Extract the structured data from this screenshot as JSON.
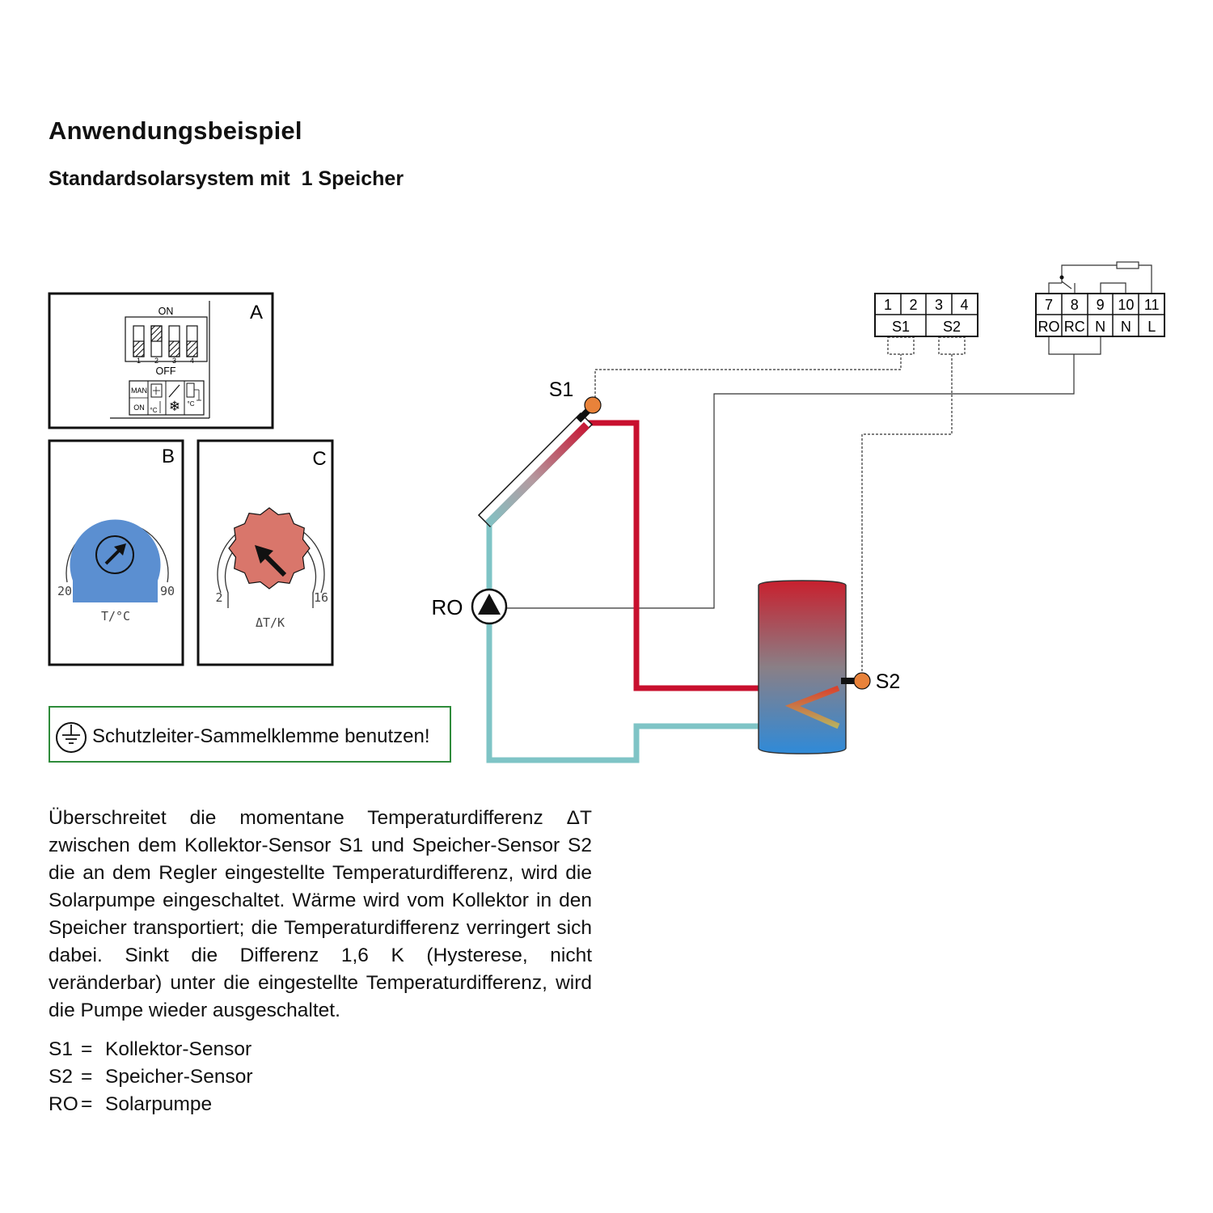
{
  "heading": {
    "title": "Anwendungsbeispiel",
    "subtitle": "Standardsolarsystem mit  1 Speicher"
  },
  "panels": {
    "a": {
      "letter": "A",
      "on_label": "ON",
      "off_label": "OFF",
      "switch_numbers": [
        "1",
        "2",
        "3",
        "4"
      ],
      "switch_states": [
        "off",
        "on",
        "off",
        "off"
      ],
      "man_label": "MAN",
      "on_small": "ON",
      "unit_c": "°C",
      "unit_c2": "°C"
    },
    "b": {
      "letter": "B",
      "scale_min": "20",
      "scale_max": "90",
      "unit": "T/°C",
      "dial_color": "#5b8fd1"
    },
    "c": {
      "letter": "C",
      "scale_min": "2",
      "scale_max": "16",
      "unit": "ΔT/K",
      "dial_color": "#d9766b"
    }
  },
  "terminals": {
    "sensor_block": {
      "numbers": [
        "1",
        "2",
        "3",
        "4"
      ],
      "labels": [
        "S1",
        "S2"
      ]
    },
    "power_block": {
      "numbers": [
        "7",
        "8",
        "9",
        "10",
        "11"
      ],
      "labels": [
        "RO",
        "RC",
        "N",
        "N",
        "L"
      ]
    }
  },
  "diagram": {
    "collector_sensor": "S1",
    "storage_sensor": "S2",
    "pump": "RO",
    "colors": {
      "hot_pipe": "#c8102e",
      "cold_pipe": "#7fc4c6",
      "sensor": "#e8823a"
    }
  },
  "note": {
    "text": "Schutzleiter-Sammelklemme benutzen!",
    "border_color": "#2e8b3a"
  },
  "description": "Überschreitet die momentane Temperaturdifferenz ΔT zwischen dem Kollektor-Sensor S1 und Speicher-Sensor S2 die an dem Regler eingestellte Temperaturdifferenz, wird die Solarpumpe eingeschaltet. Wärme wird vom Kollektor in den Speicher transportiert; die Temperaturdifferenz verringert sich dabei. Sinkt die Differenz 1,6 K (Hysterese, nicht veränderbar) unter die eingestellte Temperaturdifferenz, wird die Pumpe wieder ausgeschaltet.",
  "legend": [
    {
      "key": "S1",
      "eq": "=",
      "value": "Kollektor-Sensor"
    },
    {
      "key": "S2",
      "eq": "=",
      "value": "Speicher-Sensor"
    },
    {
      "key": "RO",
      "eq": "=",
      "value": "Solarpumpe"
    }
  ]
}
